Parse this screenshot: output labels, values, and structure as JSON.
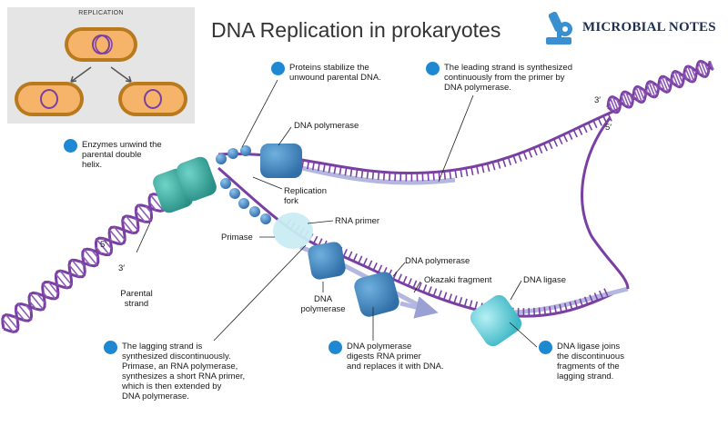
{
  "title": "DNA Replication in prokaryotes",
  "brand": {
    "name": "MICROBIAL NOTES"
  },
  "inset": {
    "title": "REPLICATION"
  },
  "colors": {
    "bullet": "#1e88d2",
    "parental_strand": "#7a3fa3",
    "new_strand": "#b4b8e0",
    "polymerase": "#3f80b8",
    "helicase": "#3aaea5",
    "primase": "#c4ecf2",
    "ligase": "#66cdd8"
  },
  "labels": {
    "proteins_stabilize": "Proteins stabilize the\nunwound parental DNA.",
    "leading_strand": "The leading strand is synthesized\ncontinuously from the primer by\nDNA polymerase.",
    "enzymes_unwind": "Enzymes unwind the\nparental double\nhelix.",
    "dna_polymerase_top": "DNA polymerase",
    "replication_fork": "Replication\nfork",
    "rna_primer": "RNA primer",
    "primase": "Primase",
    "dna_polymerase_mid": "DNA polymerase",
    "okazaki_fragment": "Okazaki fragment",
    "dna_ligase": "DNA ligase",
    "dna_polymerase_low": "DNA\npolymerase",
    "parental_strand": "Parental\nstrand",
    "lagging_strand": "The lagging strand is\nsynthesized discontinuously.\nPrimase, an RNA polymerase,\nsynthesizes a short RNA primer,\nwhich is then extended by\nDNA polymerase.",
    "polymerase_digests": "DNA polymerase\ndigests RNA primer\nand replaces it with DNA.",
    "ligase_joins": "DNA ligase joins\nthe discontinuous\nfragments of the\nlagging strand.",
    "five_prime_left": "5′",
    "three_prime_left": "3′",
    "three_prime_right": "3′",
    "five_prime_right": "5′"
  }
}
